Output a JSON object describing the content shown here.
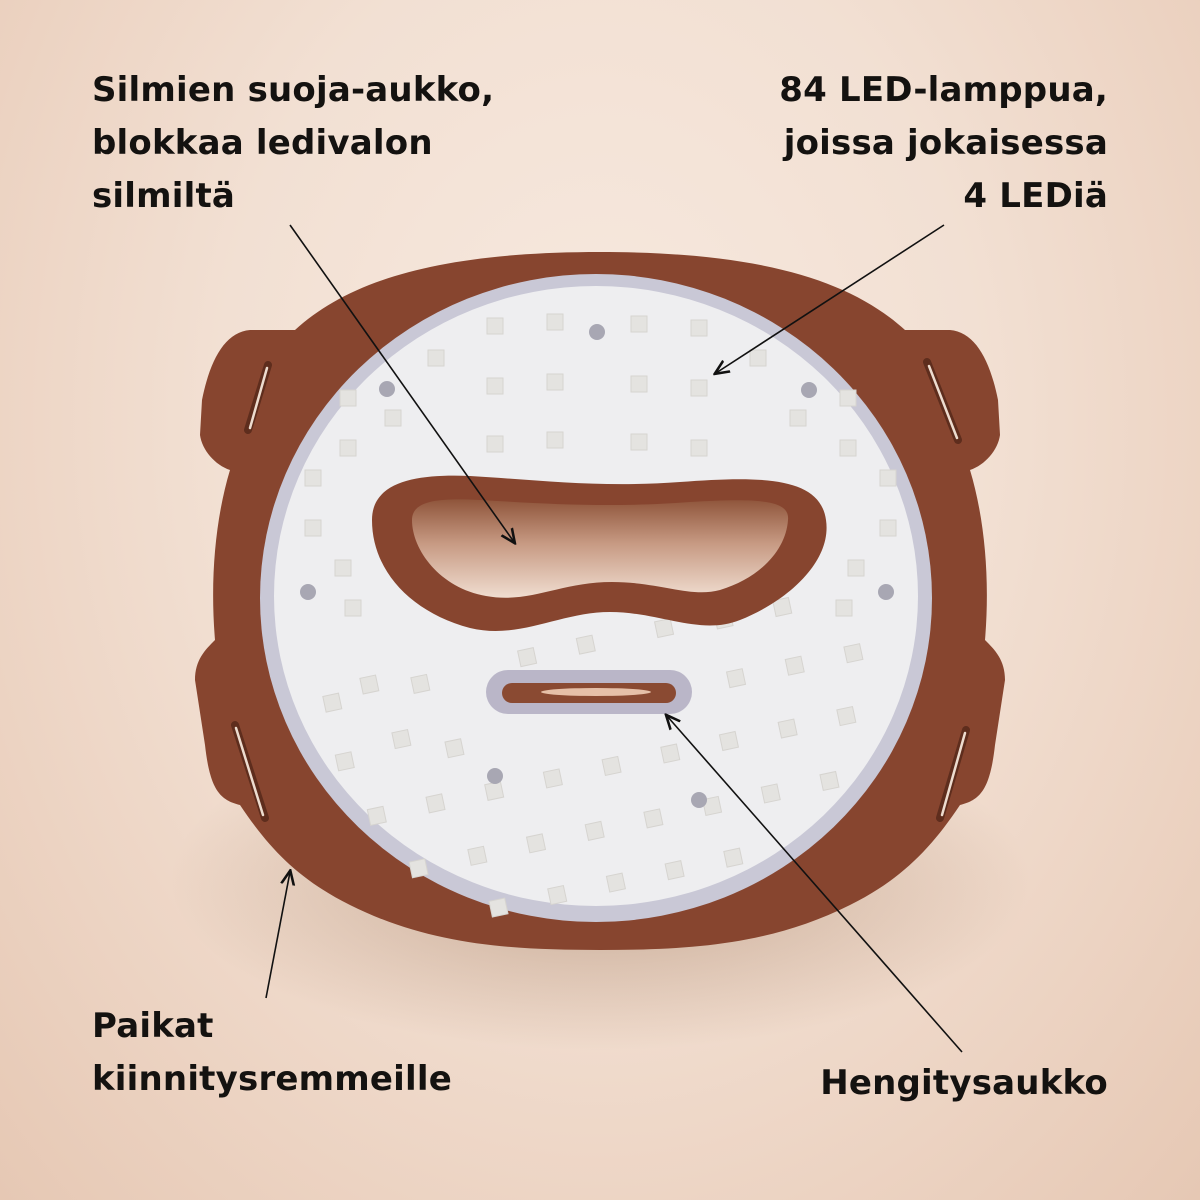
{
  "annotations": {
    "eye_opening": {
      "text": "Silmien suoja-aukko,\nblokkaa ledivalon\nsilmiltä",
      "lines": [
        "Silmien suoja-aukko,",
        "blokkaa ledivalon",
        "silmiltä"
      ]
    },
    "led_lamps": {
      "text": "84 LED-lamppua,\njoissa jokaisessa\n4 LEDiä",
      "lines": [
        "84 LED-lamppua,",
        "joissa jokaisessa",
        "4 LEDiä"
      ],
      "lamp_count": 84,
      "leds_per_lamp": 4
    },
    "strap_slots": {
      "text": "Paikat\nkiinnitysremmeille",
      "lines": [
        "Paikat",
        "kiinnitysremmeille"
      ]
    },
    "breathing_hole": {
      "text": "Hengitysaukko",
      "lines": [
        "Hengitysaukko"
      ]
    }
  },
  "colors": {
    "background": "#f2e0d3",
    "frame_brown": "#87452f",
    "frame_highlight": "#9a5339",
    "panel_white": "#eeeef0",
    "panel_rim": "#c9c8d6",
    "led_square": "#e4e3e0",
    "sensor_dot": "#a8a7b3",
    "text": "#141210"
  }
}
